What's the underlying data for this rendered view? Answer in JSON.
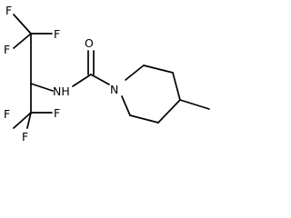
{
  "molecule": {
    "atoms": {
      "f_top_left": "F",
      "f_top_right": "F",
      "f_mid_left": "F",
      "f_bottom_left": "F",
      "f_bottom_right": "F",
      "f_lower_left": "F",
      "nh": "NH",
      "o": "O",
      "n_ring": "N"
    },
    "colors": {
      "bond": "#000000",
      "label": "#000000",
      "background": "#ffffff"
    }
  }
}
